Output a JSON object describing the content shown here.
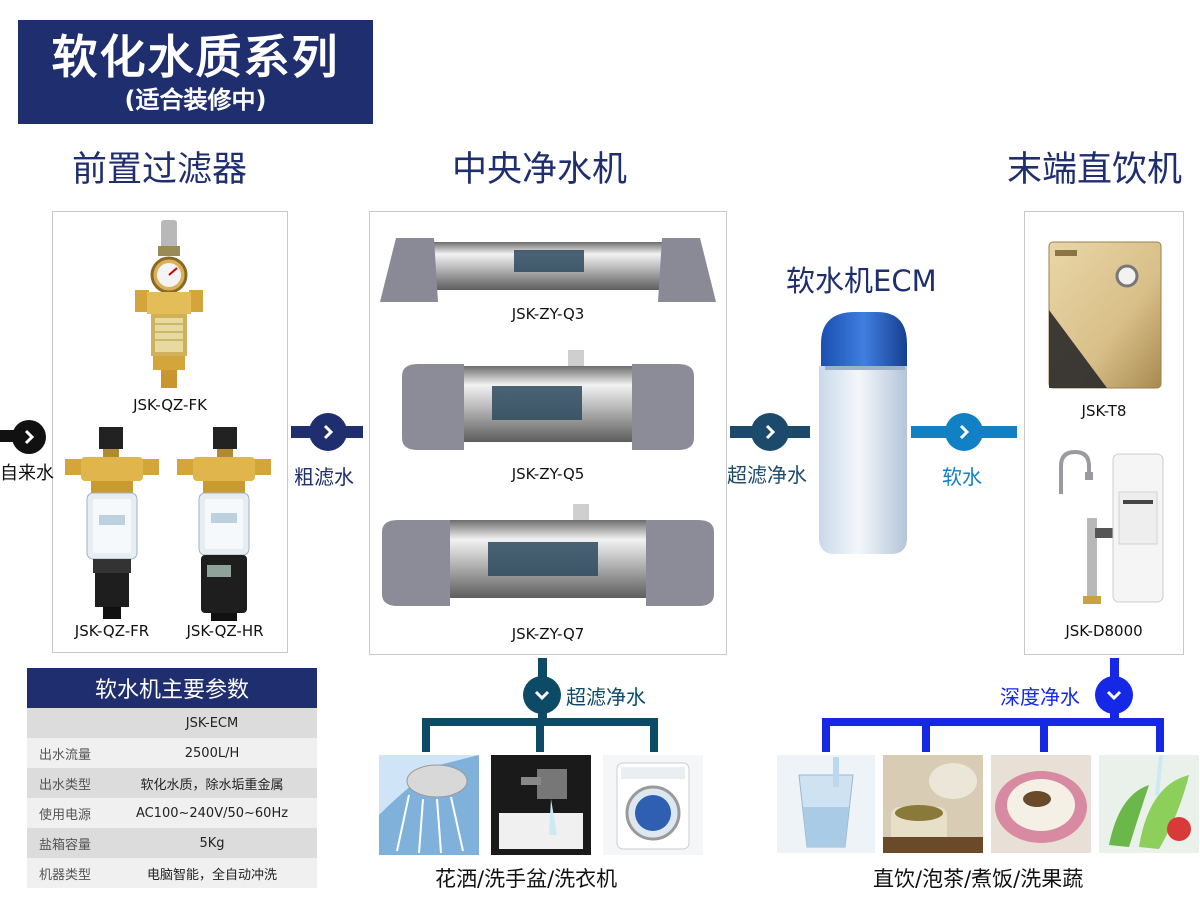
{
  "title": {
    "main": "软化水质系列",
    "sub": "(适合装修中)"
  },
  "sections": {
    "prefilter": "前置过滤器",
    "central": "中央净水机",
    "terminal": "末端直饮机",
    "softener": "软水机ECM"
  },
  "models": {
    "fk": "JSK-QZ-FK",
    "fr": "JSK-QZ-FR",
    "hr": "JSK-QZ-HR",
    "q3": "JSK-ZY-Q3",
    "q5": "JSK-ZY-Q5",
    "q7": "JSK-ZY-Q7",
    "t8": "JSK-T8",
    "d8000": "JSK-D8000"
  },
  "flow": {
    "tap_water": "自来水",
    "coarse": "粗滤水",
    "ultra_to_softener": "超滤净水",
    "soft": "软水",
    "ultra_below": "超滤净水",
    "deep": "深度净水"
  },
  "colors": {
    "navy": "#1f2e6e",
    "dark_teal": "#1b4a6b",
    "teal": "#0d5a7a",
    "blue": "#1280c4",
    "bright_blue": "#1428e6",
    "black": "#111111"
  },
  "params": {
    "heading": "软水机主要参数",
    "rows": [
      {
        "key": "",
        "value": "JSK-ECM"
      },
      {
        "key": "出水流量",
        "value": "2500L/H"
      },
      {
        "key": "出水类型",
        "value": "软化水质，除水垢重金属"
      },
      {
        "key": "使用电源",
        "value": "AC100~240V/50~60Hz"
      },
      {
        "key": "盐箱容量",
        "value": "5Kg"
      },
      {
        "key": "机器类型",
        "value": "电脑智能，全自动冲洗"
      }
    ]
  },
  "usage": {
    "left": "花洒/洗手盆/洗衣机",
    "right": "直饮/泡茶/煮饭/洗果蔬"
  }
}
